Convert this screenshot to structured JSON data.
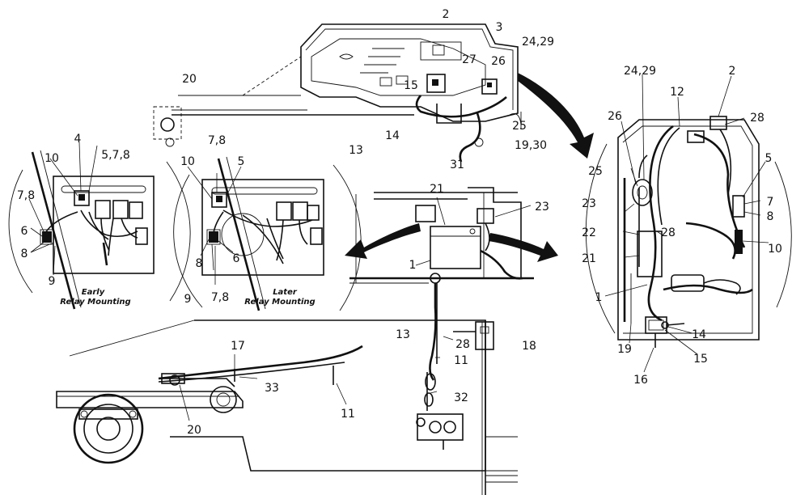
{
  "callouts": {
    "c2_top": "2",
    "c3": "3",
    "c24_29_top": "24,29",
    "c27": "27",
    "c26_top": "26",
    "c15_top": "15",
    "c14_top": "14",
    "c25_top": "25",
    "c13_top": "13",
    "c19_30": "19,30",
    "c31": "31",
    "c20_top": "20",
    "c4": "4",
    "c5_7_8": "5,7,8",
    "c10_early": "10",
    "c7_8_early": "7,8",
    "c6_early": "6",
    "c8_early": "8",
    "c9_early": "9",
    "c7_8_later_top": "7,8",
    "c10_later": "10",
    "c5_later": "5",
    "c8_later": "8",
    "c6_later": "6",
    "c9_later": "9",
    "c7_8_later_bottom": "7,8",
    "c21_center": "21",
    "c23_center": "23",
    "c1_center": "1",
    "c13_mid": "13",
    "c28_mid": "28",
    "c18": "18",
    "c11_mid": "11",
    "c32": "32",
    "c17": "17",
    "c33": "33",
    "c20_bottom": "20",
    "c11_bottom": "11",
    "c24_29_right": "24,29",
    "c2_right": "2",
    "c12": "12",
    "c26_right": "26",
    "c28_right_top": "28",
    "c25_right": "25",
    "c5_right": "5",
    "c23_right": "23",
    "c7_right": "7",
    "c8_right": "8",
    "c22": "22",
    "c28_right": "28",
    "c21_right": "21",
    "c10_right": "10",
    "c1_right": "1",
    "c14_right": "14",
    "c19_right": "19",
    "c15_right": "15",
    "c16": "16"
  },
  "captions": {
    "early_line1": "Early",
    "early_line2": "Relay Mounting",
    "later_line1": "Later",
    "later_line2": "Relay Mounting"
  }
}
